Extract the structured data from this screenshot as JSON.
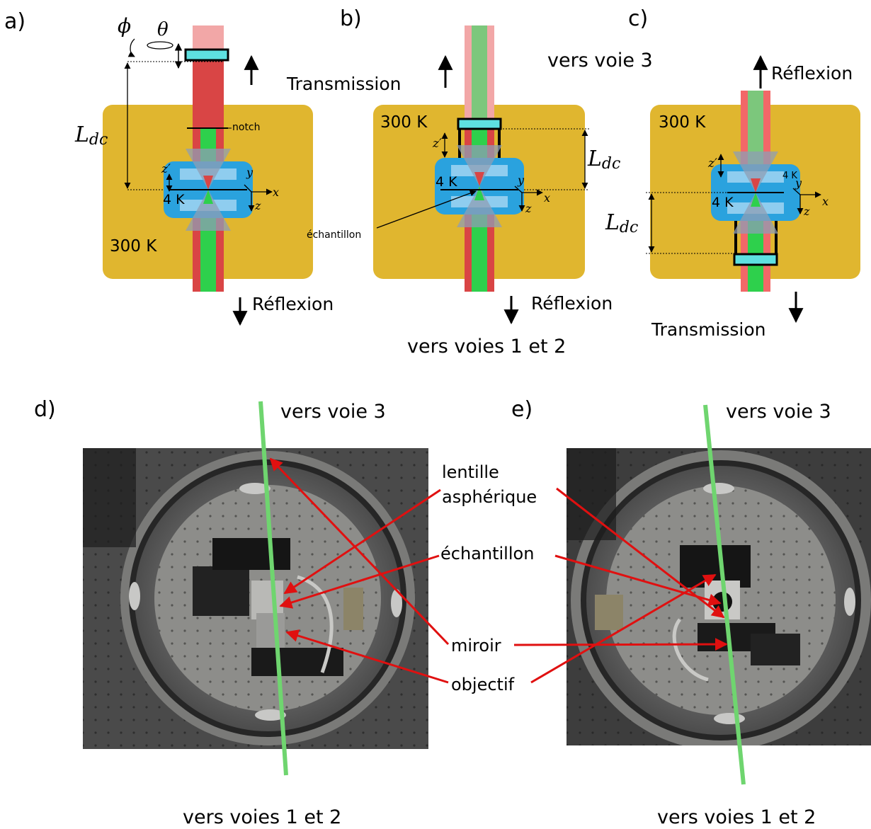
{
  "panels": {
    "a": "a)",
    "b": "b)",
    "c": "c)",
    "d": "d)",
    "e": "e)"
  },
  "symbols": {
    "phi": "ϕ",
    "theta": "θ",
    "z_prime": "z′",
    "z": "z",
    "x": "x",
    "y": "y",
    "L": "L",
    "dc": "dc"
  },
  "labels": {
    "transmission": "Transmission",
    "reflexion": "Réflexion",
    "vers_voie_3": "vers voie 3",
    "vers_voies_1_2": "vers voies 1 et 2",
    "temp_300": "300 K",
    "temp_4": "4 K",
    "notch": "notch",
    "echantillon": "échantillon"
  },
  "callouts": {
    "lentille_line1": "lentille",
    "lentille_line2": "asphérique",
    "echantillon": "échantillon",
    "miroir": "miroir",
    "objectif": "objectif"
  },
  "colors": {
    "cryostat_body": "#e0b62f",
    "cold_stage": "#2aa2de",
    "beam_red": "#d94545",
    "beam_pink": "#f2a7a7",
    "beam_green": "#2ed04c",
    "beam_green_light": "#7cc77c",
    "mirror": "#5ee0e0",
    "photo_axis": "#6fd56f",
    "callout_line": "#e01010"
  }
}
